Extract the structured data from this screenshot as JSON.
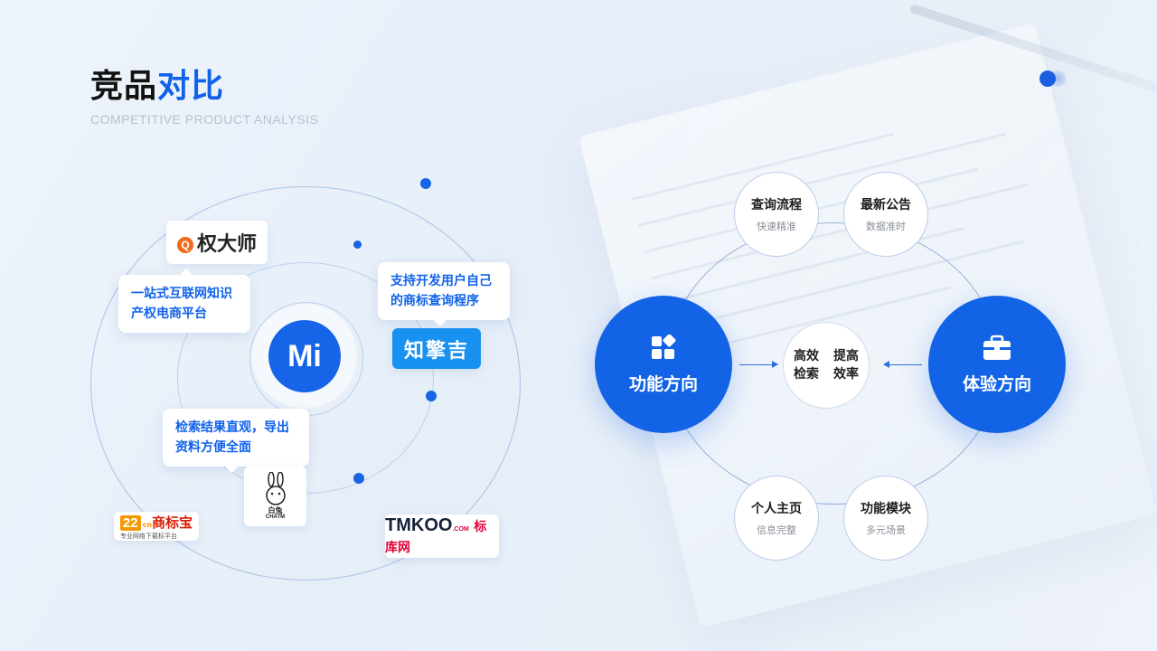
{
  "header": {
    "title_dark": "竞品",
    "title_accent": "对比",
    "subtitle": "COMPETITIVE PRODUCT ANALYSIS"
  },
  "left": {
    "center_logo": "Mi",
    "callouts": {
      "quandashi": "一站式互联网知识产权电商平台",
      "zhiqingji": "支持开发用户自己的商标查询程序",
      "baitu": "检索结果直观，导出资料方便全面"
    },
    "logos": {
      "quandashi": "权大师",
      "quandashi_mark": "Q",
      "zhiqingji": "知擎吉",
      "baitu_cn": "白兔",
      "baitu_en": "CHATM",
      "sbb_num": "22",
      "sbb_sub": "cn",
      "sbb_name": "商标宝",
      "sbb_tagline": "专业网络下载标平台",
      "tmkoo_main": "TMKOO",
      "tmkoo_com": ".COM",
      "tmkoo_cn": "标库网"
    }
  },
  "right": {
    "function": {
      "label": "功能方向"
    },
    "experience": {
      "label": "体验方向"
    },
    "center": {
      "col1": "高效检索",
      "col2": "提高效率"
    },
    "nodes": [
      {
        "title": "查询流程",
        "sub": "快速精准"
      },
      {
        "title": "最新公告",
        "sub": "数据准时"
      },
      {
        "title": "个人主页",
        "sub": "信息完整"
      },
      {
        "title": "功能模块",
        "sub": "多元场景"
      }
    ]
  },
  "colors": {
    "accent": "#1363e6",
    "title": "#111111",
    "subtitle": "#b7c2cf"
  },
  "icons": [
    "m-logo-icon",
    "apps-grid-icon",
    "briefcase-icon",
    "arrow-right-icon",
    "arrow-left-icon"
  ]
}
